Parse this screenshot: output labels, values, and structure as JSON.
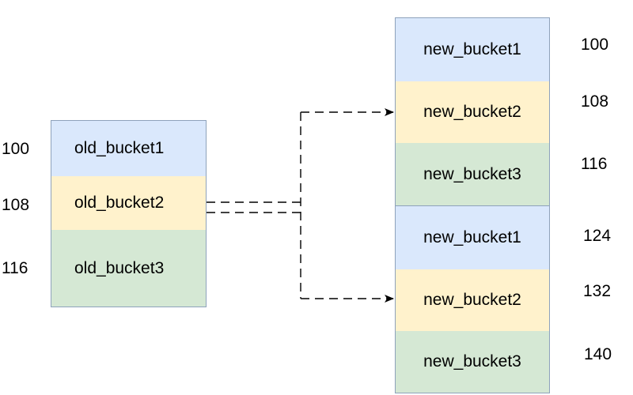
{
  "old_buckets": {
    "cells": [
      {
        "label": "old_bucket1",
        "address": "100"
      },
      {
        "label": "old_bucket2",
        "address": "108"
      },
      {
        "label": "old_bucket3",
        "address": "116"
      }
    ]
  },
  "new_buckets": {
    "cells": [
      {
        "label": "new_bucket1",
        "address": "100"
      },
      {
        "label": "new_bucket2",
        "address": "108"
      },
      {
        "label": "new_bucket3",
        "address": "116"
      },
      {
        "label": "new_bucket1",
        "address": "124"
      },
      {
        "label": "new_bucket2",
        "address": "132"
      },
      {
        "label": "new_bucket3",
        "address": "140"
      }
    ]
  },
  "colors": {
    "blue_fill": "#dae8fc",
    "yellow_fill": "#fff2cc",
    "green_fill": "#d5e8d4",
    "border": "#8ea2bb",
    "line": "#000000"
  }
}
